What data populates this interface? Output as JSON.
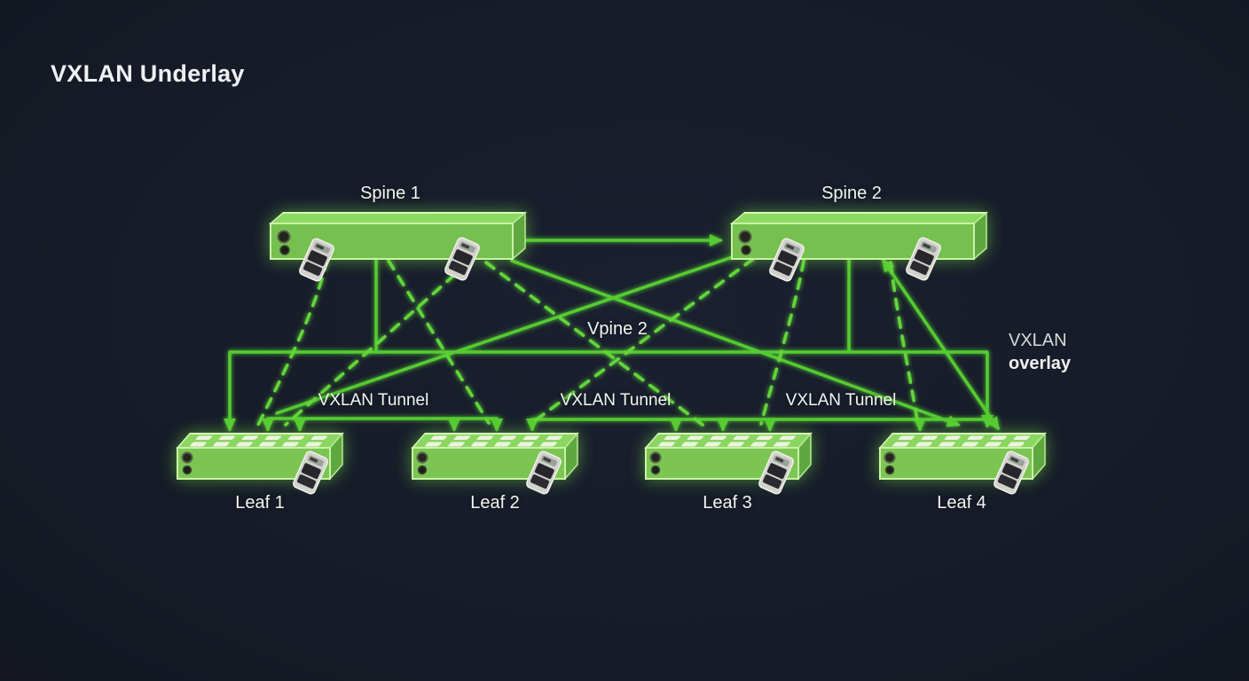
{
  "title": "VXLAN Underlay",
  "diagram": {
    "spines": [
      {
        "id": "spine-1",
        "label": "Spine 1"
      },
      {
        "id": "spine-2",
        "label": "Spine 2"
      }
    ],
    "leaves": [
      {
        "id": "leaf-1",
        "label": "Leaf 1"
      },
      {
        "id": "leaf-2",
        "label": "Leaf 2"
      },
      {
        "id": "leaf-3",
        "label": "Leaf 3"
      },
      {
        "id": "leaf-4",
        "label": "Leaf 4"
      }
    ],
    "center_label": "Vpine 2",
    "tunnel_labels": [
      "VXLAN Tunnel",
      "VXLAN Tunnel",
      "VXLAN Tunnel"
    ],
    "overlay_label": {
      "line1": "VXLAN",
      "line2": "overlay"
    },
    "edges": {
      "solid_underlay": [
        "Spine 1 → Spine 2",
        "Spine 1 ↓ overlay bus",
        "Spine 2 ↓ overlay bus",
        "overlay bus → Leaf 1",
        "overlay bus → Leaf 4",
        "Spine 1 → Leaf 4",
        "Spine 2 → Leaf 1",
        "Leaf 4 ↔ Spine 2",
        "tunnel bracket → Leaf 1 / Leaf 2",
        "tunnel bracket → Leaf 2 / Leaf 3 / Leaf 4"
      ],
      "dashed_tunnels": [
        "Spine 1 ⇢ Leaf 1",
        "Spine 1 ⇢ Leaf 1",
        "Spine 1 ⇢ Leaf 2",
        "Spine 1 ⇢ Leaf 3",
        "Spine 2 ⇢ Leaf 2",
        "Spine 2 ⇢ Leaf 3",
        "Spine 2 ⇢ Leaf 4"
      ]
    },
    "colors": {
      "background": "#161b27",
      "line_green": "#53c72f",
      "dashed_green": "#5ed636",
      "node_front": "#75bf50",
      "node_top": "#86d25e",
      "node_edge": "#cdf4ad",
      "glow": "#70dc40",
      "text": "#f4f6f3"
    }
  }
}
